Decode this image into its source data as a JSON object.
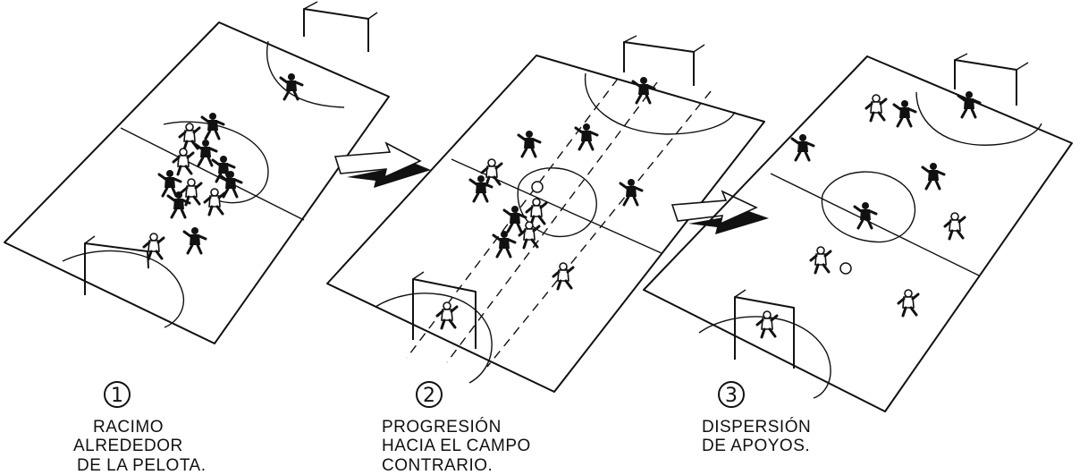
{
  "panels": [
    {
      "number": "1",
      "lines": [
        "RACIMO",
        "ALREDEDOR",
        "DE LA PELOTA."
      ]
    },
    {
      "number": "2",
      "lines": [
        "PROGRESIÓN",
        "HACIA EL CAMPO",
        "CONTRARIO."
      ]
    },
    {
      "number": "3",
      "lines": [
        "DISPERSIÓN",
        "DE APOYOS."
      ]
    }
  ]
}
